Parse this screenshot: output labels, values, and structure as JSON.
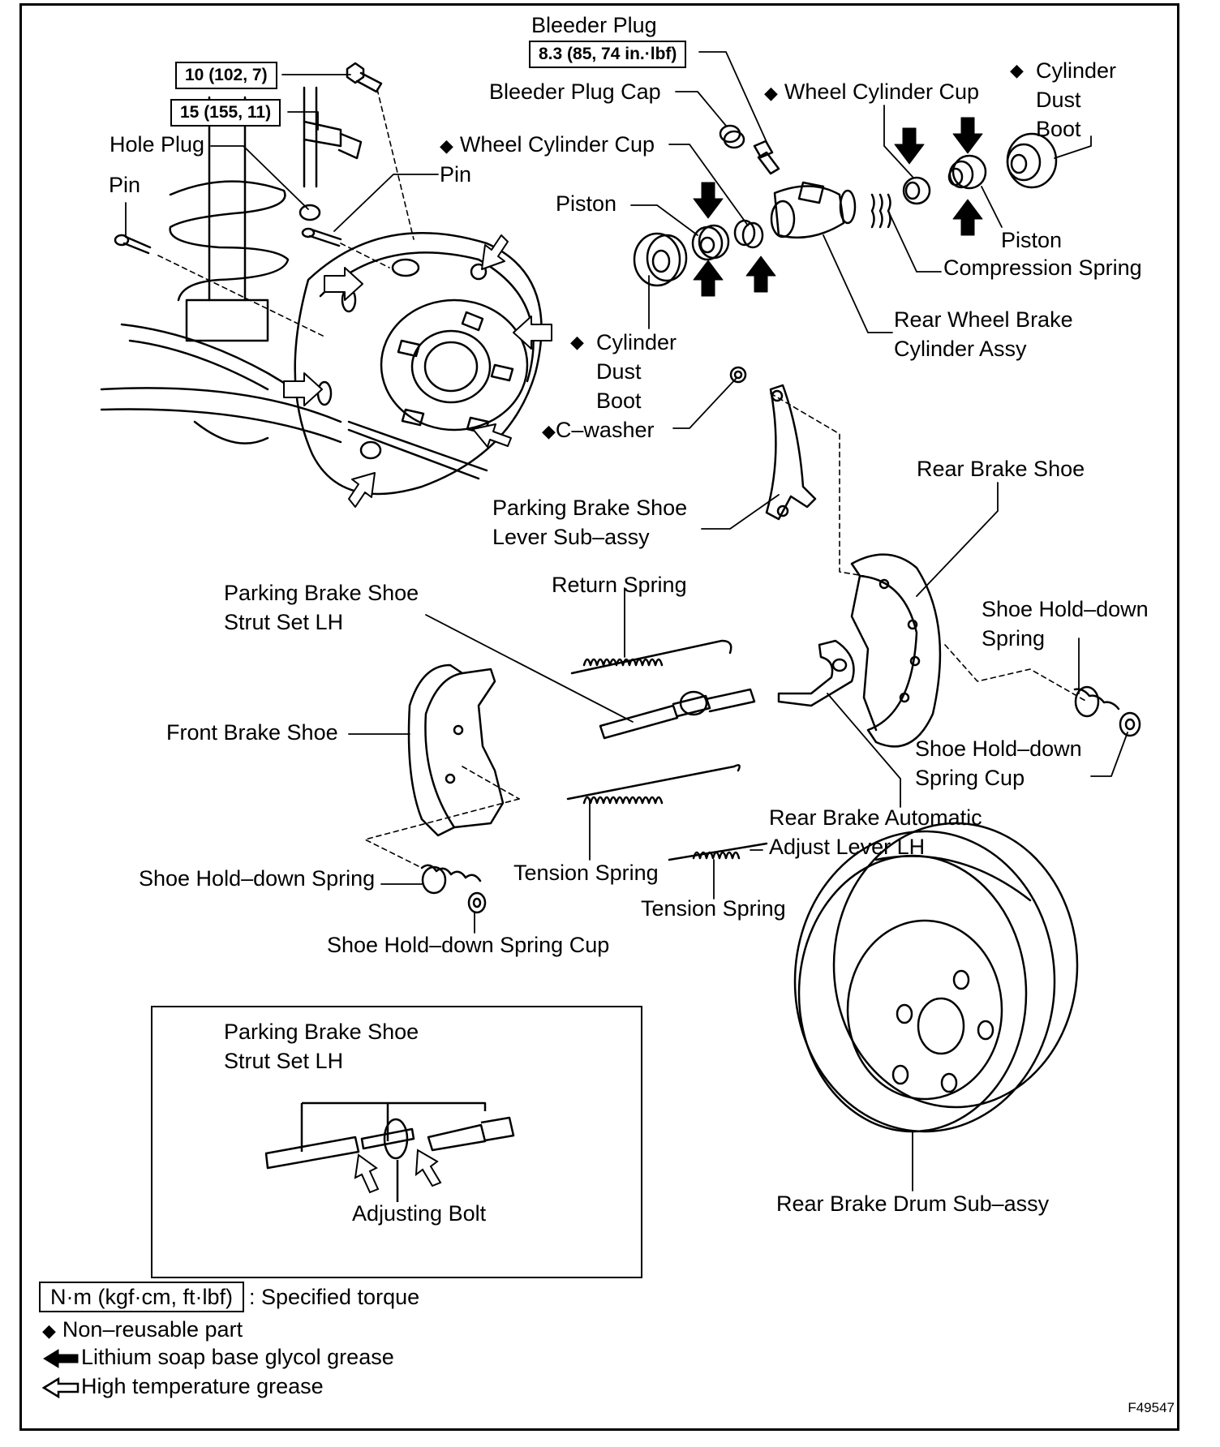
{
  "torque_specs": {
    "bolt": "10 (102, 7)",
    "brake_line": "15 (155, 11)",
    "bleeder_plug": "8.3 (85, 74 in.·lbf)"
  },
  "labels": {
    "bleeder_plug": "Bleeder Plug",
    "bleeder_plug_cap": "Bleeder Plug Cap",
    "hole_plug": "Hole Plug",
    "pin_left": "Pin",
    "pin_right": "Pin",
    "wheel_cylinder_cup_left": "Wheel Cylinder Cup",
    "wheel_cylinder_cup_right": "Wheel Cylinder Cup",
    "cylinder_dust_boot_right": "Cylinder Dust Boot",
    "piston_left": "Piston",
    "piston_right": "Piston",
    "compression_spring": "Compression Spring",
    "rear_wheel_brake_cylinder_assy": "Rear Wheel Brake Cylinder Assy",
    "cylinder_dust_boot_left": "Cylinder Dust Boot",
    "c_washer": "C–washer",
    "rear_brake_shoe": "Rear Brake Shoe",
    "parking_brake_shoe_lever": "Parking Brake Shoe Lever Sub–assy",
    "return_spring": "Return Spring",
    "parking_brake_shoe_strut_set": "Parking Brake Shoe Strut Set LH",
    "shoe_hold_down_spring_right": "Shoe Hold–down Spring",
    "front_brake_shoe": "Front Brake Shoe",
    "shoe_hold_down_spring_cup_right": "Shoe Hold–down Spring Cup",
    "rear_brake_automatic_adjust_lever": "Rear Brake Automatic Adjust Lever LH",
    "shoe_hold_down_spring_left": "Shoe Hold–down Spring",
    "tension_spring_left": "Tension Spring",
    "tension_spring_right": "Tension Spring",
    "shoe_hold_down_spring_cup_left": "Shoe Hold–down Spring Cup",
    "rear_brake_drum": "Rear Brake Drum Sub–assy"
  },
  "inset": {
    "title": "Parking Brake Shoe Strut Set LH",
    "adjusting_bolt": "Adjusting Bolt"
  },
  "legend": {
    "torque_unit": "N·m (kgf·cm, ft·lbf)",
    "torque_desc": ": Specified torque",
    "non_reusable": "Non–reusable part",
    "lithium_grease": "Lithium soap base glycol grease",
    "high_temp_grease": "High temperature grease",
    "diamond_symbol": "◆"
  },
  "figure_number": "F49547"
}
